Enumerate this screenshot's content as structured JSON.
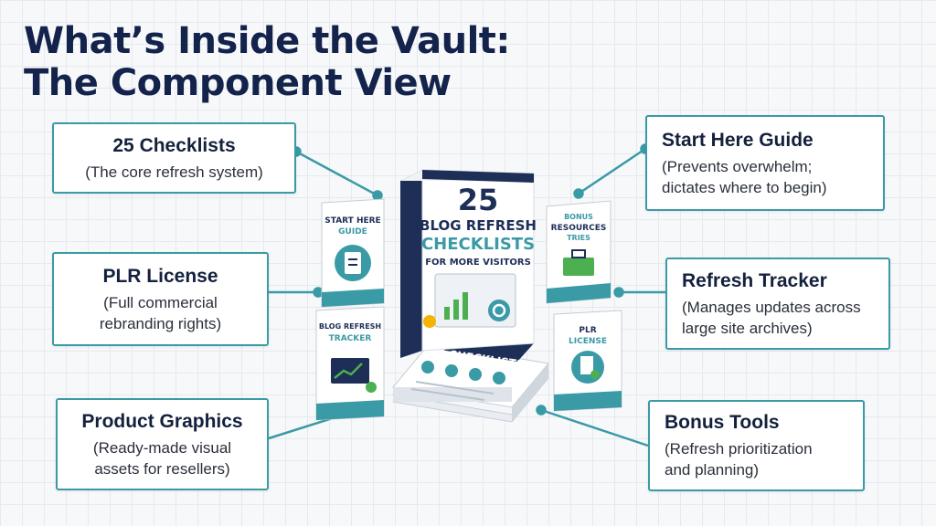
{
  "title": {
    "line1": "What’s Inside the Vault:",
    "line2": "The Component View"
  },
  "colors": {
    "accent": "#3a9aa6",
    "title": "#13234b",
    "navy": "#1d2e57",
    "green": "#4caf50"
  },
  "callouts": {
    "checklists": {
      "title": "25 Checklists",
      "desc": "(The core refresh system)"
    },
    "plr_license": {
      "title": "PLR License",
      "desc1": "(Full commercial",
      "desc2": "rebranding rights)"
    },
    "product_graphics": {
      "title": "Product Graphics",
      "desc1": "(Ready-made visual",
      "desc2": "assets for resellers)"
    },
    "start_here": {
      "title": "Start Here Guide",
      "desc1": "(Prevents overwhelm;",
      "desc2": "dictates where to begin)"
    },
    "refresh_tracker": {
      "title": "Refresh Tracker",
      "desc1": "(Manages updates across",
      "desc2": "large site archives)"
    },
    "bonus_tools": {
      "title": "Bonus Tools",
      "desc1": "(Refresh prioritization",
      "desc2": "and planning)"
    }
  },
  "product": {
    "main_box": {
      "number": "25",
      "line1": "BLOG REFRESH",
      "line2": "CHECKLISTS",
      "line3": "FOR MORE VISITORS"
    },
    "stack_label": "25 CHECKLISTS",
    "start_here_book": {
      "line1": "START HERE",
      "line2": "GUIDE"
    },
    "bonus_book": {
      "line1": "BONUS",
      "line2": "RESOURCES",
      "line3": "TRIES"
    },
    "tracker_book": {
      "line1": "BLOG REFRESH",
      "line2": "TRACKER"
    },
    "plr_book": {
      "line1": "PLR",
      "line2": "LICENSE"
    }
  }
}
